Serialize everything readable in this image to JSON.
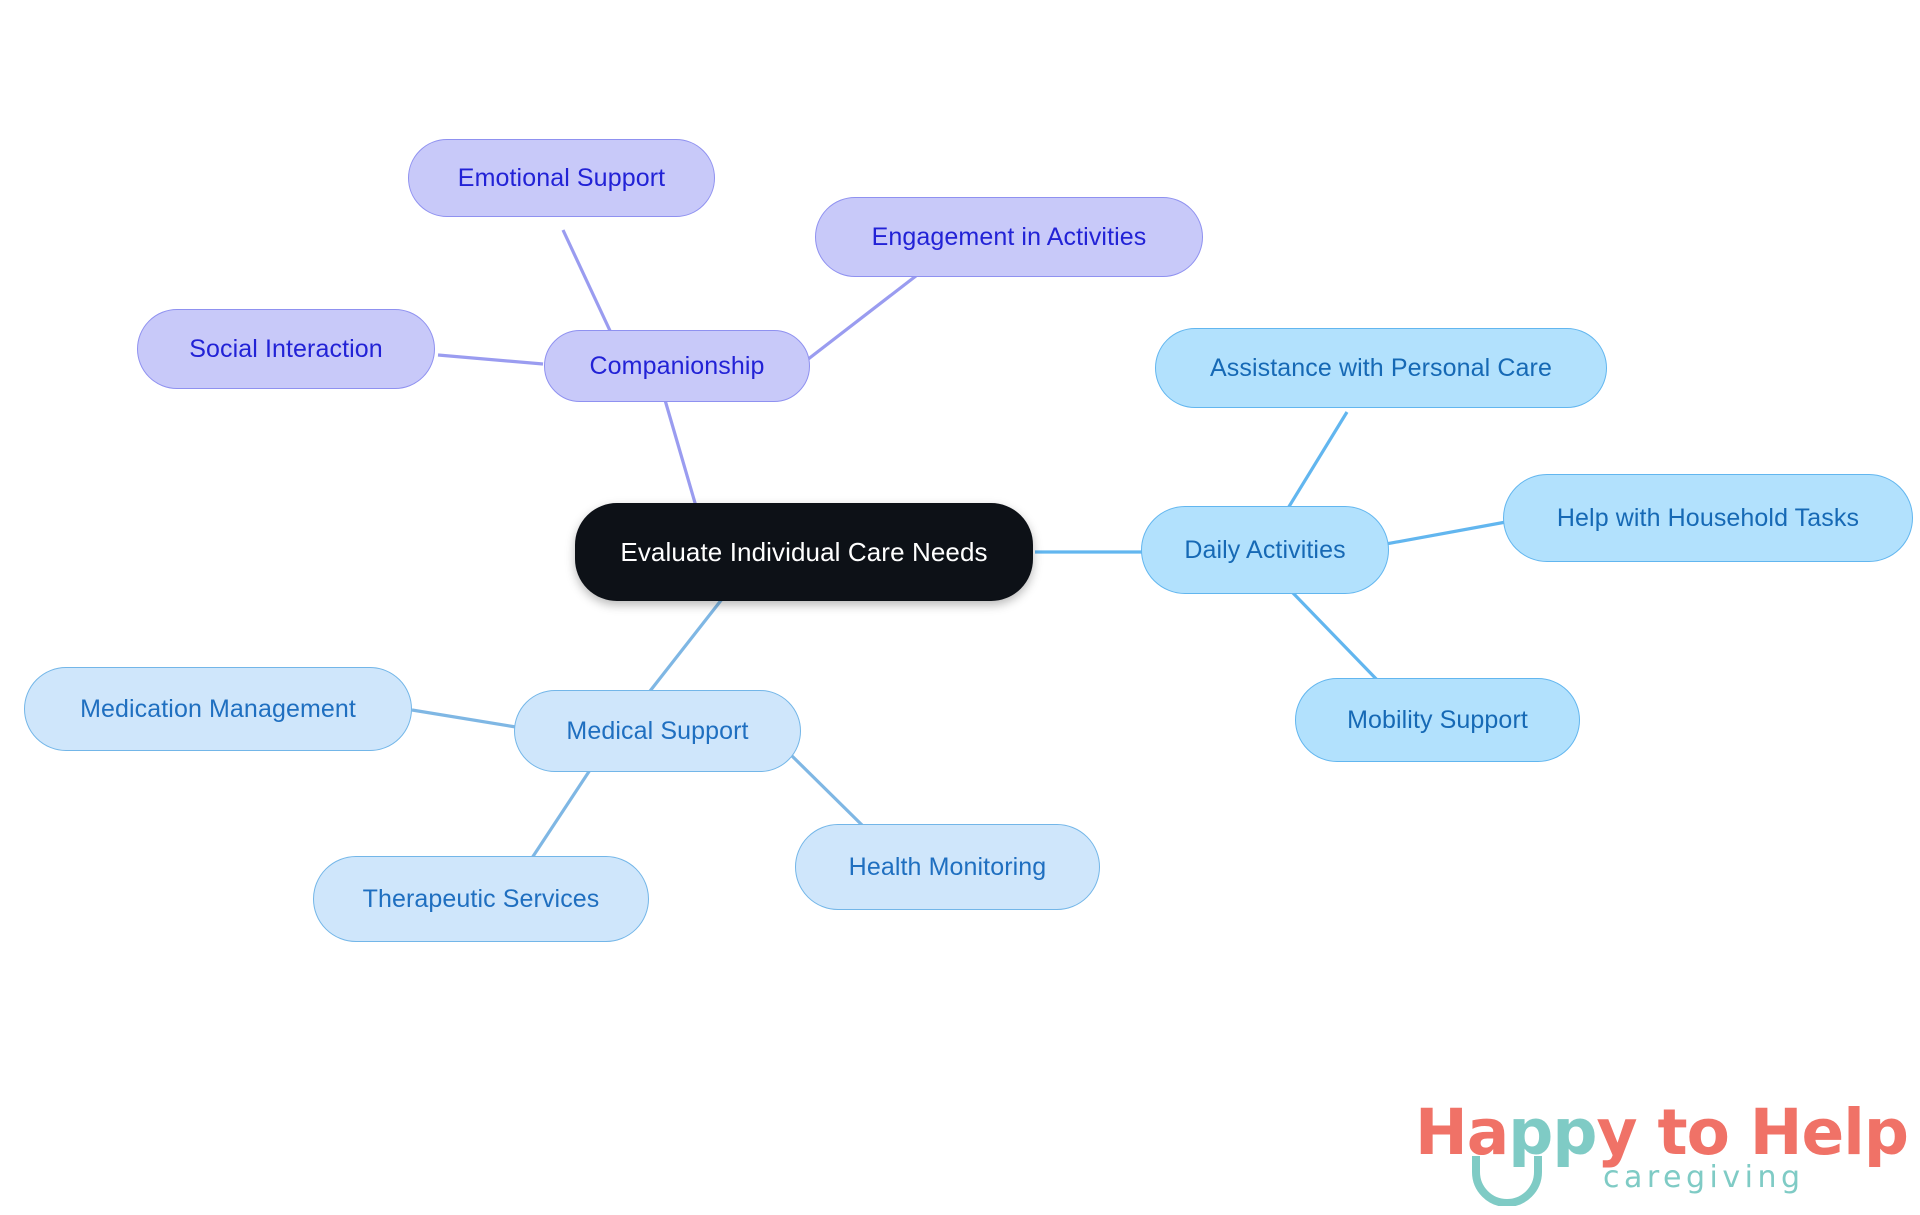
{
  "diagram": {
    "type": "mindmap",
    "title": "Evaluate Individual Care Needs",
    "background": "#ffffff",
    "colors": {
      "root_fill": "#0d1117",
      "root_text": "#ffffff",
      "purple_fill": "#c8c9f9",
      "purple_border": "#8f91f0",
      "purple_text": "#2222d6",
      "blue_fill": "#b2e1fd",
      "blue_border": "#62b6ef",
      "blue_text": "#1669b5",
      "blue_soft_fill": "#cfe6fb",
      "blue_soft_border": "#73b6e8",
      "blue_soft_text": "#1f6fc0",
      "edge_purple": "#9a9cf0",
      "edge_blue": "#62b6ef",
      "edge_blue_soft": "#7fb7e4",
      "logo_coral": "#f07267",
      "logo_teal": "#7fcbc5"
    },
    "root": {
      "label": "Evaluate Individual Care Needs"
    },
    "branches": [
      {
        "id": "companionship",
        "label": "Companionship",
        "theme": "purple",
        "children": [
          {
            "label": "Emotional Support"
          },
          {
            "label": "Social Interaction"
          },
          {
            "label": "Engagement in Activities"
          }
        ]
      },
      {
        "id": "daily-activities",
        "label": "Daily Activities",
        "theme": "blue",
        "children": [
          {
            "label": "Assistance with Personal Care"
          },
          {
            "label": "Help with Household Tasks"
          },
          {
            "label": "Mobility Support"
          }
        ]
      },
      {
        "id": "medical-support",
        "label": "Medical Support",
        "theme": "blue-soft",
        "children": [
          {
            "label": "Medication Management"
          },
          {
            "label": "Therapeutic Services"
          },
          {
            "label": "Health Monitoring"
          }
        ]
      }
    ]
  },
  "nodes": {
    "root": {
      "label": "Evaluate Individual Care Needs"
    },
    "companionship": {
      "label": "Companionship"
    },
    "emotional_support": {
      "label": "Emotional Support"
    },
    "social_interaction": {
      "label": "Social Interaction"
    },
    "engagement": {
      "label": "Engagement in Activities"
    },
    "daily_activities": {
      "label": "Daily Activities"
    },
    "personal_care": {
      "label": "Assistance with Personal Care"
    },
    "household_tasks": {
      "label": "Help with Household Tasks"
    },
    "mobility_support": {
      "label": "Mobility Support"
    },
    "medical_support": {
      "label": "Medical Support"
    },
    "medication_management": {
      "label": "Medication Management"
    },
    "therapeutic_services": {
      "label": "Therapeutic Services"
    },
    "health_monitoring": {
      "label": "Health Monitoring"
    }
  },
  "logo": {
    "part1": "Ha",
    "part2": "pp",
    "part3": "y to Help",
    "tagline": "caregiving"
  }
}
